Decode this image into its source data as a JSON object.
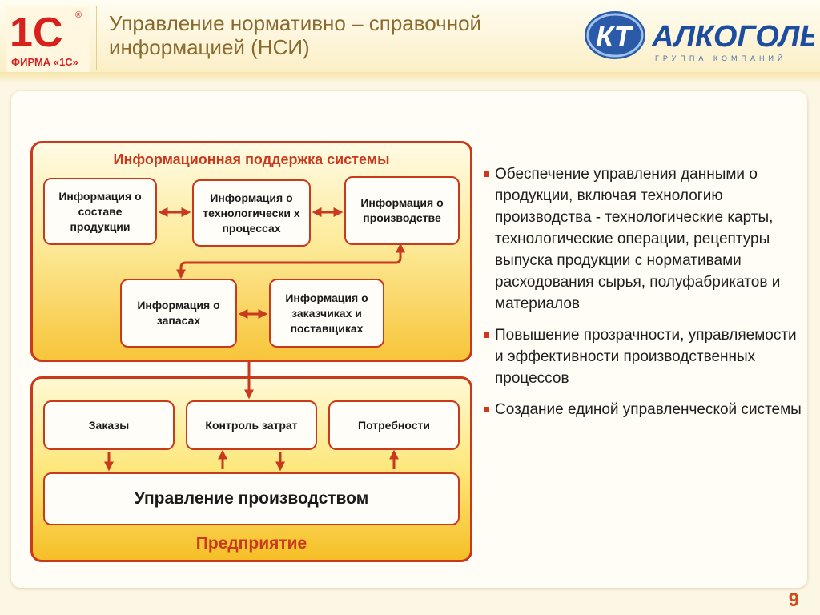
{
  "header": {
    "title": "Управление нормативно – справочной информацией (НСИ)",
    "logo_left": {
      "mark": "1С",
      "caption": "ФИРМА «1С»",
      "registered": "®"
    },
    "logo_right": {
      "mark": "КТ",
      "name": "АЛКОГОЛЬ",
      "subtitle": "ГРУППА КОМПАНИЙ"
    }
  },
  "diagram": {
    "top_frame_title": "Информационная поддержка системы",
    "info_boxes": {
      "composition": "Информация о составе продукции",
      "tech_processes": "Информация о технологически х процессах",
      "production": "Информация о производстве",
      "stock": "Информация о запасах",
      "customers": "Информация о заказчиках и поставщиках"
    },
    "bottom_frame_label": "Предприятие",
    "modules": {
      "orders": "Заказы",
      "cost_control": "Контроль затрат",
      "needs": "Потребности"
    },
    "main_module": "Управление производством"
  },
  "bullets": [
    "Обеспечение управления данными о продукции, включая технологию производства - технологические карты, технологические операции, рецептуры выпуска продукции с нормативами расходования сырья, полуфабрикатов и материалов",
    "Повышение прозрачности, управляемости и эффективности производственных процессов",
    "Создание единой управленческой системы"
  ],
  "page_number": "9",
  "colors": {
    "accent_red": "#c8391e",
    "title_brown": "#8a6a2e",
    "frame_gold": "#f7c53a",
    "kt_blue": "#1c4d9e"
  }
}
